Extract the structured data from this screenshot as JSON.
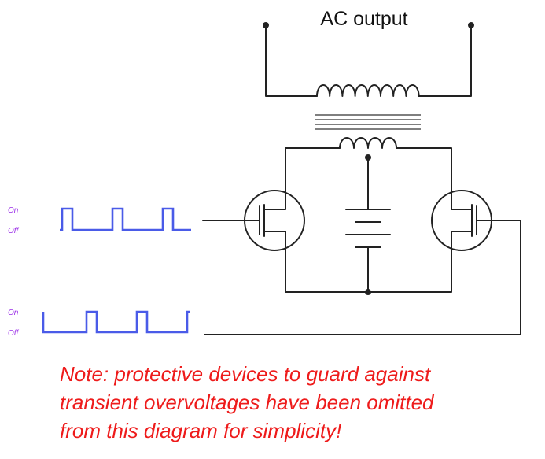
{
  "diagram": {
    "title": "AC output",
    "signals": [
      {
        "on_label": "On",
        "off_label": "Off"
      },
      {
        "on_label": "On",
        "off_label": "Off"
      }
    ],
    "note_lines": [
      "Note: protective devices to guard against",
      "transient overvoltages have been omitted",
      "from this diagram for simplicity!"
    ]
  },
  "colors": {
    "wire": "#222222",
    "signal_label": "#9b30e8",
    "pulse": "#4a5be8",
    "note": "#ee1b1b"
  }
}
